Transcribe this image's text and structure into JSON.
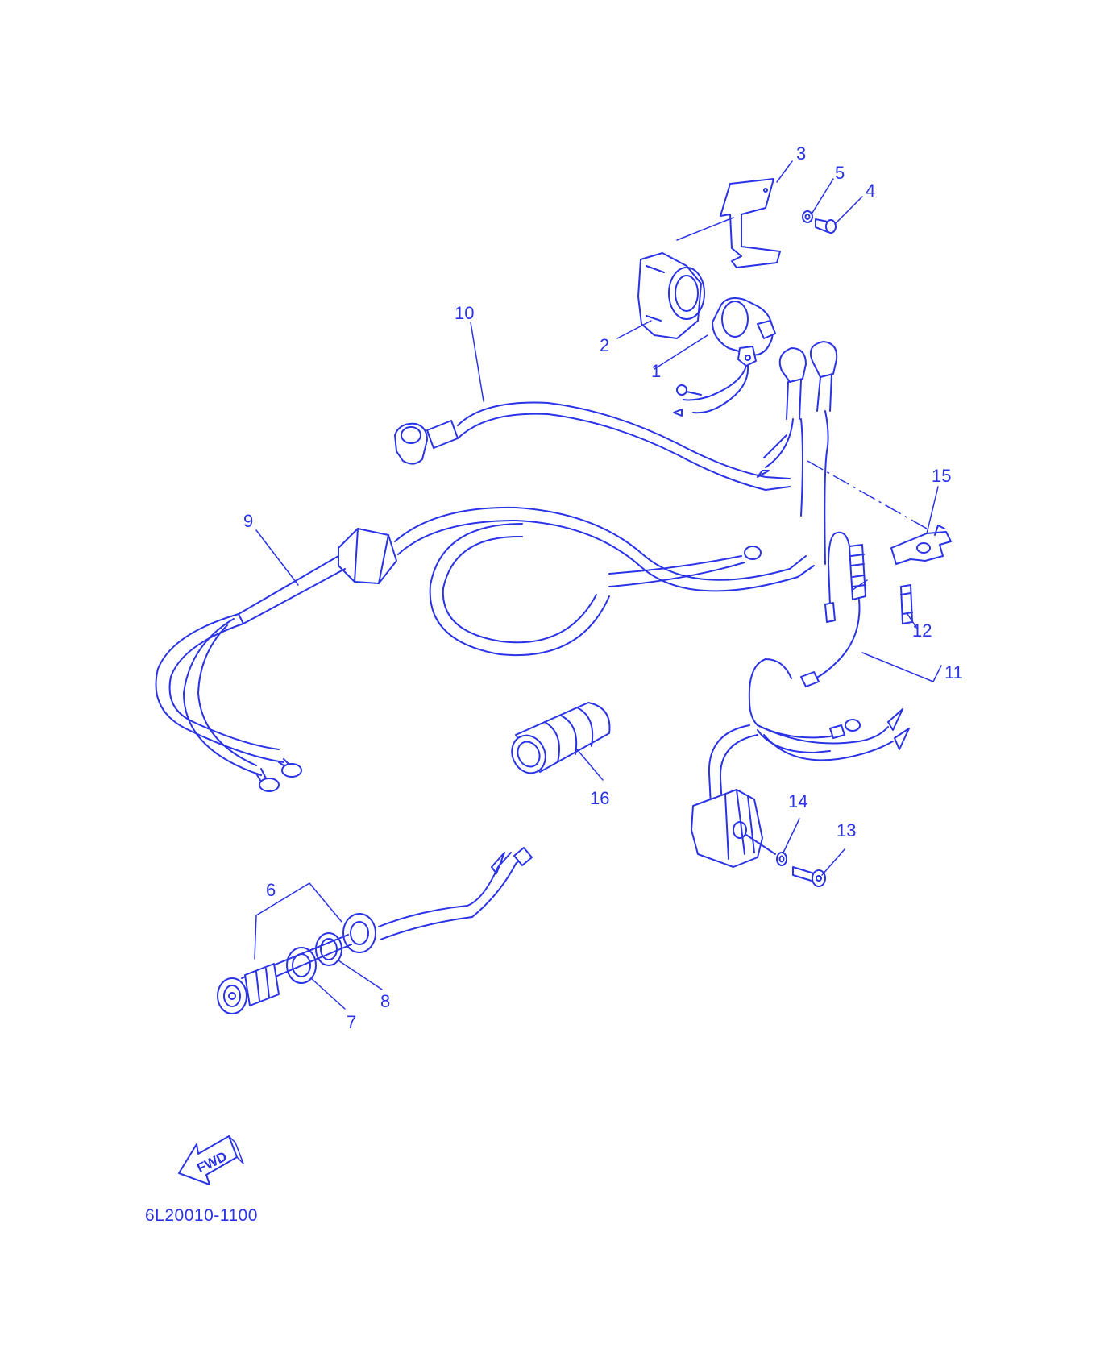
{
  "diagram": {
    "drawing_code": "6L20010-1100",
    "direction_marker": {
      "label": "FWD",
      "icon": "fwd-arrow-icon"
    },
    "line_color": "#2a33e6",
    "background_color": "#ffffff",
    "callouts": {
      "c1": "1",
      "c2": "2",
      "c3": "3",
      "c4": "4",
      "c5": "5",
      "c6": "6",
      "c7": "7",
      "c8": "8",
      "c9": "9",
      "c10": "10",
      "c11": "11",
      "c12": "12",
      "c13": "13",
      "c14": "14",
      "c15": "15",
      "c16": "16"
    }
  }
}
